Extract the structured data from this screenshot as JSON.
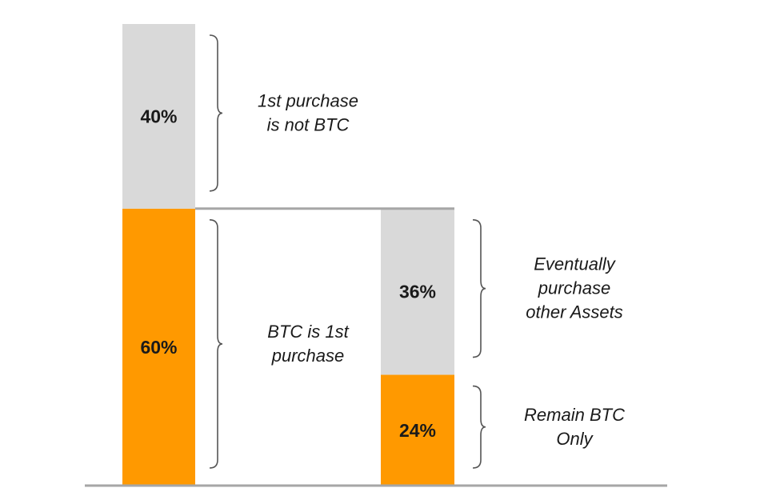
{
  "chart_data": {
    "type": "bar",
    "stacked": true,
    "ylim": [
      0,
      100
    ],
    "grid": false,
    "legend": "none",
    "title": "",
    "colors": {
      "btc": "#FF9900",
      "other": "#D9D9D9",
      "axis": "#A6A6A6",
      "bracket": "#555555"
    },
    "bars": [
      {
        "segments": [
          {
            "value": 60,
            "label": "60%",
            "color": "#FF9900"
          },
          {
            "value": 40,
            "label": "40%",
            "color": "#D9D9D9"
          }
        ]
      },
      {
        "segments": [
          {
            "value": 24,
            "label": "24%",
            "color": "#FF9900"
          },
          {
            "value": 36,
            "label": "36%",
            "color": "#D9D9D9"
          }
        ]
      }
    ],
    "annotations": [
      {
        "lines": [
          "1st purchase",
          "is not BTC"
        ],
        "bar": 0,
        "range": [
          60,
          100
        ]
      },
      {
        "lines": [
          "BTC is 1st",
          "purchase"
        ],
        "bar": 0,
        "range": [
          0,
          60
        ]
      },
      {
        "lines": [
          "Eventually",
          "purchase",
          "other Assets"
        ],
        "bar": 1,
        "range": [
          24,
          60
        ]
      },
      {
        "lines": [
          "Remain BTC",
          "Only"
        ],
        "bar": 1,
        "range": [
          0,
          24
        ]
      }
    ]
  }
}
